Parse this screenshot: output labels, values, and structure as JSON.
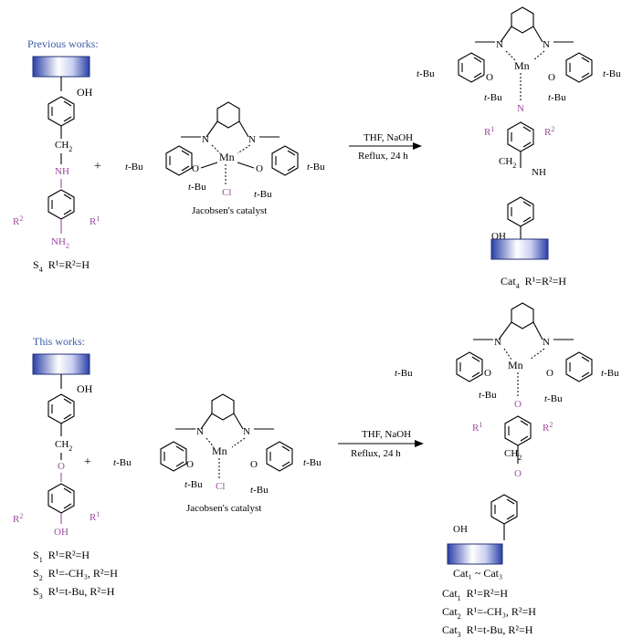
{
  "section_top": {
    "header": "Previous works:",
    "support_oh": "OH",
    "linker_ch": "CH",
    "linker_sub": "2",
    "nh_label": "NH",
    "r2": "R",
    "r2_sup": "2",
    "r1": "R",
    "r1_sup": "1",
    "nh2": "NH",
    "nh2_sub": "2",
    "substrate_name": "S",
    "substrate_sub": "4",
    "substrate_cond": "R¹=R²=H",
    "plus": "+",
    "catalyst_name": "Jacobsen's catalyst",
    "conditions_1": "THF, NaOH",
    "conditions_2": "Reflux, 24 h",
    "product_name": "Cat",
    "product_sub": "4",
    "product_cond": "R¹=R²=H",
    "product_nh": "NH",
    "product_ch2": "CH",
    "product_n": "N"
  },
  "section_bottom": {
    "header": "This works:",
    "support_oh": "OH",
    "linker_o": "O",
    "linker_ch": "CH",
    "linker_sub": "2",
    "r2": "R",
    "r1": "R",
    "oh": "OH",
    "substrates": [
      {
        "name": "S",
        "sub": "1",
        "cond": "R¹=R²=H"
      },
      {
        "name": "S",
        "sub": "2",
        "cond": "R¹=-CH₃, R²=H"
      },
      {
        "name": "S",
        "sub": "3",
        "cond": "R¹=t-Bu, R²=H"
      }
    ],
    "plus": "+",
    "catalyst_name": "Jacobsen's catalyst",
    "conditions_1": "THF, NaOH",
    "conditions_2": "Reflux, 24 h",
    "product_range": "Cat₁ ~ Cat₃",
    "products": [
      {
        "name": "Cat",
        "sub": "1",
        "cond": "R¹=R²=H"
      },
      {
        "name": "Cat",
        "sub": "2",
        "cond": "R¹=-CH₃, R²=H"
      },
      {
        "name": "Cat",
        "sub": "3",
        "cond": "R¹=t-Bu, R²=H"
      }
    ]
  },
  "salen": {
    "mn": "Mn",
    "n": "N",
    "o": "O",
    "tbu": "t-Bu",
    "cl": "Cl"
  }
}
